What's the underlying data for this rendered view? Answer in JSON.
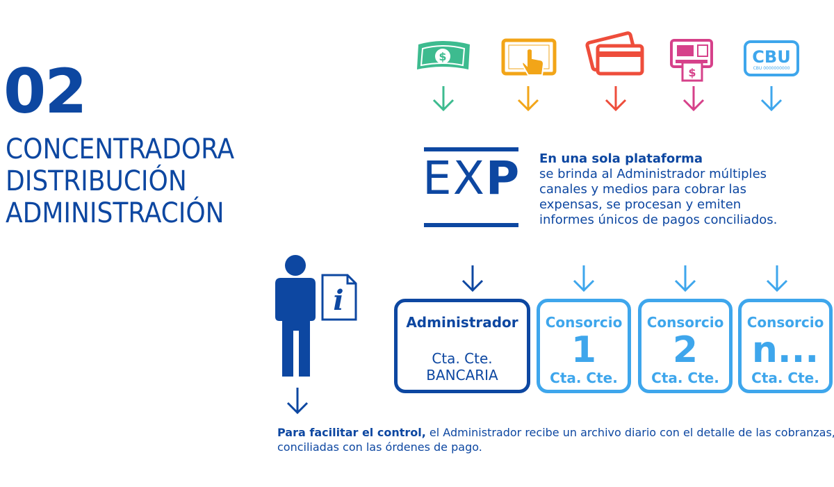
{
  "section": {
    "number": "02",
    "lines": [
      "CONCENTRADORA",
      "DISTRIBUCIÓN",
      "ADMINISTRACIÓN"
    ]
  },
  "payment_channels": [
    {
      "icon": "cash-icon",
      "color": "#3dbb8f"
    },
    {
      "icon": "tablet-touch-icon",
      "color": "#f2a518"
    },
    {
      "icon": "credit-cards-icon",
      "color": "#ee4d3b"
    },
    {
      "icon": "atm-icon",
      "color": "#d6418a"
    },
    {
      "icon": "cbu-icon",
      "color": "#3ea6ec",
      "label": "CBU",
      "sublabel": "CBU 0000000000"
    }
  ],
  "logo": {
    "text_regular": "EX",
    "text_bold": "P"
  },
  "description": {
    "bold": "En una sola plataforma",
    "lines": [
      "se  brinda al Administrador múltiples",
      "canales y medios para cobrar las",
      "expensas, se procesan y emiten",
      "informes únicos  de pagos conciliados."
    ]
  },
  "accounts": {
    "admin": {
      "title": "Administrador",
      "line1": "Cta. Cte.",
      "line2": "BANCARIA"
    },
    "consorcios": [
      {
        "title": "Consorcio",
        "big": "1",
        "sub": "Cta. Cte."
      },
      {
        "title": "Consorcio",
        "big": "2",
        "sub": "Cta. Cte."
      },
      {
        "title": "Consorcio",
        "big": "n...",
        "sub": "Cta. Cte."
      }
    ]
  },
  "footer": {
    "bold": "Para facilitar el control,",
    "line1_rest": " el Administrador recibe un archivo diario con el detalle de las cobranzas,",
    "line2": "conciliadas con las órdenes de pago."
  },
  "colors": {
    "primary": "#0d47a1",
    "light": "#3ea6ec"
  }
}
